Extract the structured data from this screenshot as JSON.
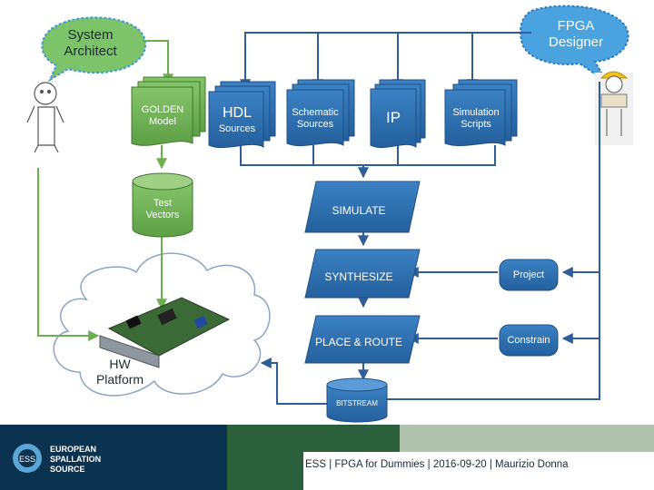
{
  "bubbles": {
    "system_architect": "System\nArchitect",
    "fpga_designer": "FPGA\nDesigner"
  },
  "docs": {
    "golden": "GOLDEN\nModel",
    "hdl_title": "HDL",
    "hdl_sub": "Sources",
    "schematic": "Schematic\nSources",
    "ip": "IP",
    "simulation": "Simulation\nScripts"
  },
  "db": {
    "test_vectors": "Test\nVectors",
    "bitstream": "BITSTREAM"
  },
  "process": {
    "simulate": "SIMULATE",
    "synthesize": "SYNTHESIZE",
    "place_route": "PLACE & ROUTE"
  },
  "files": {
    "project": "Project",
    "constrain": "Constrain"
  },
  "cloud": {
    "hw_platform": "HW\nPlatform"
  },
  "footer": {
    "org_line1": "EUROPEAN",
    "org_line2": "SPALLATION",
    "org_line3": "SOURCE",
    "caption": "ESS | FPGA for Dummies | 2016-09-20 | Maurizio Donna"
  },
  "colors": {
    "blue": "#2f6fae",
    "blue_dark": "#1f4f86",
    "green": "#73b656",
    "green_dark": "#4d8a37",
    "arrow_blue": "#2e5d9a",
    "arrow_green": "#6ab04c"
  }
}
